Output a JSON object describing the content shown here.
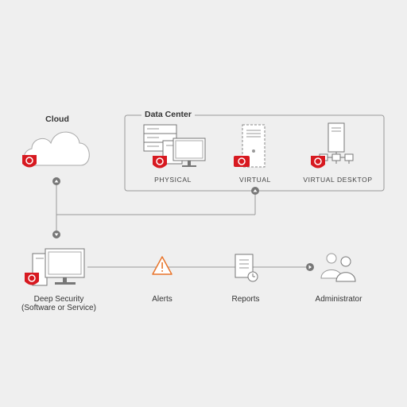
{
  "cloud": {
    "label": "Cloud"
  },
  "data_center": {
    "title": "Data Center",
    "physical": "PHYSICAL",
    "virtual": "VIRTUAL",
    "virtual_desktop": "VIRTUAL DESKTOP"
  },
  "flow": {
    "deep_security_line1": "Deep Security",
    "deep_security_line2": "(Software or Service)",
    "alerts": "Alerts",
    "reports": "Reports",
    "administrator": "Administrator"
  },
  "colors": {
    "background": "#efefef",
    "brand_red": "#d71920",
    "line_gray": "#999999",
    "alert_orange": "#e8742a"
  }
}
